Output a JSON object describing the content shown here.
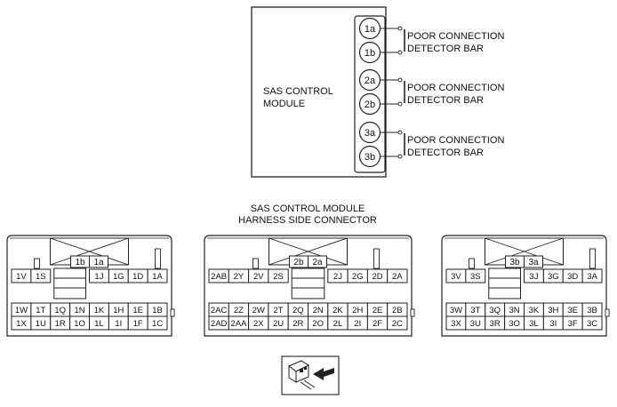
{
  "module": {
    "label_line1": "SAS CONTROL",
    "label_line2": "MODULE",
    "pins": [
      "1a",
      "1b",
      "2a",
      "2b",
      "3a",
      "3b"
    ],
    "detector_lines": [
      [
        "POOR CONNECTION",
        "DETECTOR BAR"
      ],
      [
        "POOR CONNECTION",
        "DETECTOR BAR"
      ],
      [
        "POOR CONNECTION",
        "DETECTOR BAR"
      ]
    ]
  },
  "connector_title": {
    "line1": "SAS CONTROL MODULE",
    "line2": "HARNESS SIDE CONNECTOR"
  },
  "connectors": [
    {
      "top_pins": [
        "1b",
        "1a"
      ],
      "row1_left": [
        "1V",
        "1S"
      ],
      "row1_right": [
        "1J",
        "1G",
        "1D",
        "1A"
      ],
      "row2": [
        "1W",
        "1T",
        "1Q",
        "1N",
        "1K",
        "1H",
        "1E",
        "1B"
      ],
      "row3": [
        "1X",
        "1U",
        "1R",
        "1O",
        "1L",
        "1I",
        "1F",
        "1C"
      ]
    },
    {
      "top_pins": [
        "2b",
        "2a"
      ],
      "row1_left": [
        "2AB",
        "2Y",
        "2V",
        "2S"
      ],
      "row1_right": [
        "2J",
        "2G",
        "2D",
        "2A"
      ],
      "row2": [
        "2AC",
        "2Z",
        "2W",
        "2T",
        "2Q",
        "2N",
        "2K",
        "2H",
        "2E",
        "2B"
      ],
      "row3": [
        "2AD",
        "2AA",
        "2X",
        "2U",
        "2R",
        "2O",
        "2L",
        "2I",
        "2F",
        "2C"
      ]
    },
    {
      "top_pins": [
        "3b",
        "3a"
      ],
      "row1_left": [
        "3V",
        "3S"
      ],
      "row1_right": [
        "3J",
        "3G",
        "3D",
        "3A"
      ],
      "row2": [
        "3W",
        "3T",
        "3Q",
        "3N",
        "3K",
        "3H",
        "3E",
        "3B"
      ],
      "row3": [
        "3X",
        "3U",
        "3R",
        "3O",
        "3L",
        "3I",
        "3F",
        "3C"
      ]
    }
  ],
  "colors": {
    "line": "#222222",
    "background": "#ffffff"
  }
}
